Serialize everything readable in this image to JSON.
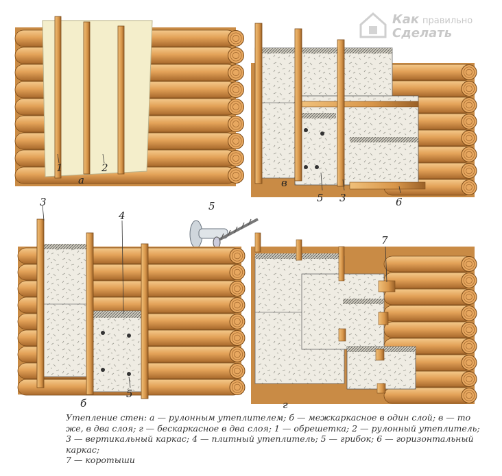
{
  "logo": {
    "line1": "Как",
    "line1b": "правильно",
    "line2": "Сделать"
  },
  "panels": {
    "a": {
      "letter": "а",
      "labels": [
        "1",
        "2"
      ]
    },
    "v": {
      "letter": "в",
      "labels": [
        "5",
        "3",
        "6"
      ]
    },
    "b": {
      "letter": "б",
      "labels": [
        "3",
        "4",
        "5"
      ]
    },
    "g": {
      "letter": "г",
      "labels": [
        "7"
      ]
    },
    "fungus": {
      "label": "5"
    }
  },
  "caption": {
    "line1": "Утепление стен: а — рулонным утеплителем; б — межкаркасное в один слой; в — то",
    "line2": "же, в два слоя; г — бескаркасное в два слоя; 1 — обрешетка; 2 — рулонный утеплитель;",
    "line3": "3 — вертикальный каркас; 4 — плитный утеплитель; 5 — грибок; 6 — горизонтальный каркас;",
    "line4": "7 — коротыши"
  },
  "colors": {
    "log": "#e0a257",
    "log_dark": "#8a5a22",
    "insulation": "#ece9df",
    "plate_edge": "#555",
    "paper": "#f3edc8",
    "wood": "#d99a4a"
  }
}
